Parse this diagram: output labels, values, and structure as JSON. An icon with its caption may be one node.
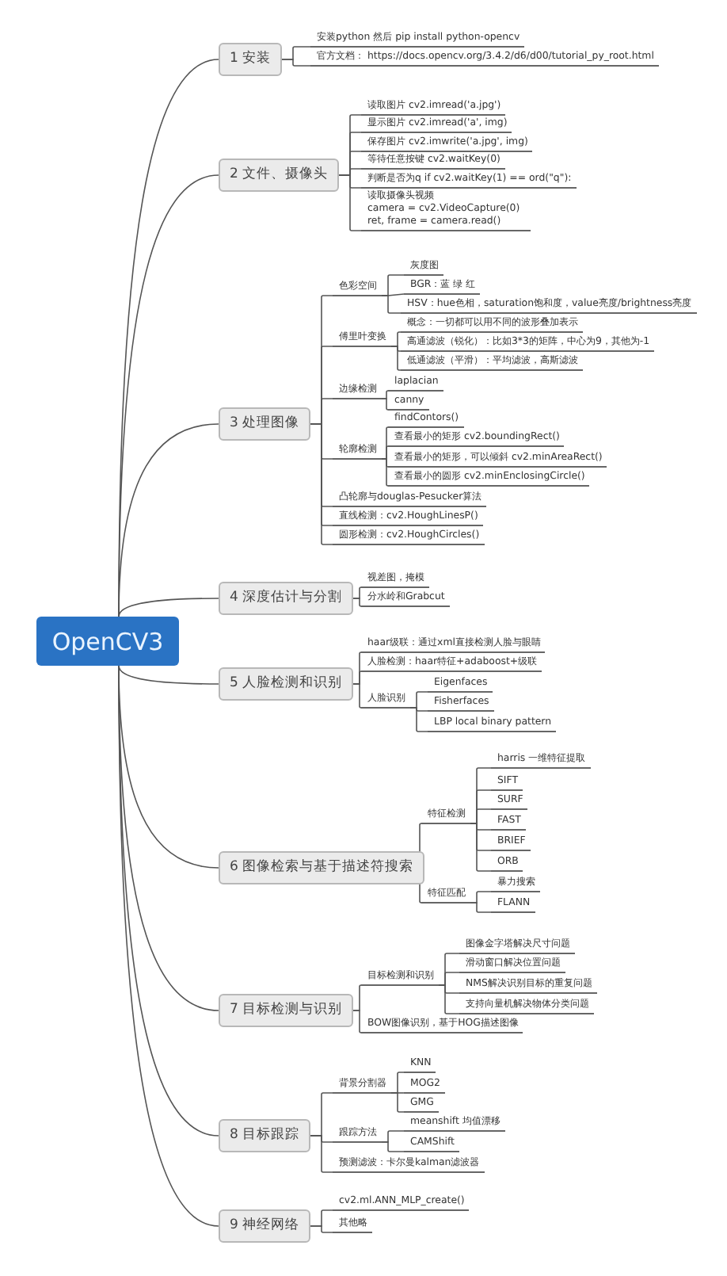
{
  "diagram": {
    "nodes": [
      {
        "text": [
          "OpenCV3"
        ]
      },
      {
        "text": [
          "1 安装"
        ]
      },
      {
        "text": [
          "安装python 然后 pip install python-opencv"
        ]
      },
      {
        "text": [
          "官方文档： https://docs.opencv.org/3.4.2/d6/d00/tutorial_py_root.html"
        ]
      },
      {
        "text": [
          "2 文件、摄像头"
        ]
      },
      {
        "text": [
          "读取图片 cv2.imread('a.jpg')"
        ]
      },
      {
        "text": [
          "显示图片 cv2.imread('a', img)"
        ]
      },
      {
        "text": [
          "保存图片 cv2.imwrite('a.jpg', img)"
        ]
      },
      {
        "text": [
          "等待任意按键 cv2.waitKey(0)"
        ]
      },
      {
        "text": [
          "判断是否为q if cv2.waitKey(1) == ord(\"q\"):"
        ]
      },
      {
        "text": [
          "读取摄像头视频",
          "camera = cv2.VideoCapture(0) ret, frame = camera.read()"
        ]
      },
      {
        "text": [
          "3 处理图像"
        ]
      },
      {
        "text": [
          "色彩空间"
        ]
      },
      {
        "text": [
          "灰度图"
        ]
      },
      {
        "text": [
          "BGR：蓝 绿 红"
        ]
      },
      {
        "text": [
          "HSV：hue色相，saturation饱和度，value亮度/brightness亮度"
        ]
      },
      {
        "text": [
          "傅里叶变换"
        ]
      },
      {
        "text": [
          "概念：一切都可以用不同的波形叠加表示"
        ]
      },
      {
        "text": [
          "高通滤波（锐化）：比如3*3的矩阵，中心为9，其他为-1"
        ]
      },
      {
        "text": [
          "低通滤波（平滑）：平均滤波，高斯滤波"
        ]
      },
      {
        "text": [
          "边缘检测"
        ]
      },
      {
        "text": [
          "laplacian"
        ]
      },
      {
        "text": [
          "canny"
        ]
      },
      {
        "text": [
          "轮廓检测"
        ]
      },
      {
        "text": [
          "findContors()"
        ]
      },
      {
        "text": [
          "查看最小的矩形 cv2.boundingRect()"
        ]
      },
      {
        "text": [
          "查看最小的矩形，可以倾斜 cv2.minAreaRect()"
        ]
      },
      {
        "text": [
          "查看最小的圆形 cv2.minEnclosingCircle()"
        ]
      },
      {
        "text": [
          "凸轮廓与douglas-Pesucker算法"
        ]
      },
      {
        "text": [
          "直线检测：cv2.HoughLinesP()"
        ]
      },
      {
        "text": [
          "圆形检测：cv2.HoughCircles()"
        ]
      },
      {
        "text": [
          "4 深度估计与分割"
        ]
      },
      {
        "text": [
          "视差图，掩模"
        ]
      },
      {
        "text": [
          "分水岭和Grabcut"
        ]
      },
      {
        "text": [
          "5 人脸检测和识别"
        ]
      },
      {
        "text": [
          "haar级联：通过xml直接检测人脸与眼睛"
        ]
      },
      {
        "text": [
          "人脸检测：haar特征+adaboost+级联"
        ]
      },
      {
        "text": [
          "人脸识别"
        ]
      },
      {
        "text": [
          "Eigenfaces"
        ]
      },
      {
        "text": [
          "Fisherfaces"
        ]
      },
      {
        "text": [
          "LBP local binary pattern"
        ]
      },
      {
        "text": [
          "6 图像检索与基于描述符搜索"
        ]
      },
      {
        "text": [
          "特征检测"
        ]
      },
      {
        "text": [
          "harris 一维特征提取"
        ]
      },
      {
        "text": [
          "SIFT"
        ]
      },
      {
        "text": [
          "SURF"
        ]
      },
      {
        "text": [
          "FAST"
        ]
      },
      {
        "text": [
          "BRIEF"
        ]
      },
      {
        "text": [
          "ORB"
        ]
      },
      {
        "text": [
          "特征匹配"
        ]
      },
      {
        "text": [
          "暴力搜索"
        ]
      },
      {
        "text": [
          "FLANN"
        ]
      },
      {
        "text": [
          "7 目标检测与识别"
        ]
      },
      {
        "text": [
          "目标检测和识别"
        ]
      },
      {
        "text": [
          "图像金字塔解决尺寸问题"
        ]
      },
      {
        "text": [
          "滑动窗口解决位置问题"
        ]
      },
      {
        "text": [
          "NMS解决识别目标的重复问题"
        ]
      },
      {
        "text": [
          "支持向量机解决物体分类问题"
        ]
      },
      {
        "text": [
          "BOW图像识别，基于HOG描述图像"
        ]
      },
      {
        "text": [
          "8 目标跟踪"
        ]
      },
      {
        "text": [
          "背景分割器"
        ]
      },
      {
        "text": [
          "KNN"
        ]
      },
      {
        "text": [
          "MOG2"
        ]
      },
      {
        "text": [
          "GMG"
        ]
      },
      {
        "text": [
          "跟踪方法"
        ]
      },
      {
        "text": [
          "meanshift 均值漂移"
        ]
      },
      {
        "text": [
          "CAMShift"
        ]
      },
      {
        "text": [
          "预测滤波：卡尔曼kalman滤波器"
        ]
      },
      {
        "text": [
          "9 神经网络"
        ]
      },
      {
        "text": [
          "cv2.ml.ANN_MLP_create()"
        ]
      },
      {
        "text": [
          "其他略"
        ]
      }
    ],
    "edges": [
      {
        "from": 0,
        "to": 1,
        "arrow": "none"
      },
      {
        "from": 0,
        "to": 4,
        "arrow": "none"
      },
      {
        "from": 0,
        "to": 11,
        "arrow": "none"
      },
      {
        "from": 0,
        "to": 31,
        "arrow": "none"
      },
      {
        "from": 0,
        "to": 34,
        "arrow": "none"
      },
      {
        "from": 0,
        "to": 41,
        "arrow": "none"
      },
      {
        "from": 0,
        "to": 52,
        "arrow": "none"
      },
      {
        "from": 0,
        "to": 59,
        "arrow": "none"
      },
      {
        "from": 0,
        "to": 68,
        "arrow": "none"
      },
      {
        "from": 1,
        "to": 2,
        "arrow": "none"
      },
      {
        "from": 1,
        "to": 3,
        "arrow": "none"
      },
      {
        "from": 4,
        "to": 5,
        "arrow": "none"
      },
      {
        "from": 4,
        "to": 6,
        "arrow": "none"
      },
      {
        "from": 4,
        "to": 7,
        "arrow": "none"
      },
      {
        "from": 4,
        "to": 8,
        "arrow": "none"
      },
      {
        "from": 4,
        "to": 9,
        "arrow": "none"
      },
      {
        "from": 4,
        "to": 10,
        "arrow": "none"
      },
      {
        "from": 11,
        "to": 12,
        "arrow": "none"
      },
      {
        "from": 11,
        "to": 16,
        "arrow": "none"
      },
      {
        "from": 11,
        "to": 20,
        "arrow": "none"
      },
      {
        "from": 11,
        "to": 23,
        "arrow": "none"
      },
      {
        "from": 11,
        "to": 28,
        "arrow": "none"
      },
      {
        "from": 11,
        "to": 29,
        "arrow": "none"
      },
      {
        "from": 11,
        "to": 30,
        "arrow": "none"
      },
      {
        "from": 12,
        "to": 13,
        "arrow": "none"
      },
      {
        "from": 12,
        "to": 14,
        "arrow": "none"
      },
      {
        "from": 12,
        "to": 15,
        "arrow": "none"
      },
      {
        "from": 16,
        "to": 17,
        "arrow": "none"
      },
      {
        "from": 16,
        "to": 18,
        "arrow": "none"
      },
      {
        "from": 16,
        "to": 19,
        "arrow": "none"
      },
      {
        "from": 20,
        "to": 21,
        "arrow": "none"
      },
      {
        "from": 20,
        "to": 22,
        "arrow": "none"
      },
      {
        "from": 23,
        "to": 24,
        "arrow": "none"
      },
      {
        "from": 23,
        "to": 25,
        "arrow": "none"
      },
      {
        "from": 23,
        "to": 26,
        "arrow": "none"
      },
      {
        "from": 23,
        "to": 27,
        "arrow": "none"
      },
      {
        "from": 31,
        "to": 32,
        "arrow": "none"
      },
      {
        "from": 31,
        "to": 33,
        "arrow": "none"
      },
      {
        "from": 34,
        "to": 35,
        "arrow": "none"
      },
      {
        "from": 34,
        "to": 36,
        "arrow": "none"
      },
      {
        "from": 34,
        "to": 37,
        "arrow": "none"
      },
      {
        "from": 37,
        "to": 38,
        "arrow": "none"
      },
      {
        "from": 37,
        "to": 39,
        "arrow": "none"
      },
      {
        "from": 37,
        "to": 40,
        "arrow": "none"
      },
      {
        "from": 41,
        "to": 42,
        "arrow": "none"
      },
      {
        "from": 41,
        "to": 49,
        "arrow": "none"
      },
      {
        "from": 42,
        "to": 43,
        "arrow": "none"
      },
      {
        "from": 42,
        "to": 44,
        "arrow": "none"
      },
      {
        "from": 42,
        "to": 45,
        "arrow": "none"
      },
      {
        "from": 42,
        "to": 46,
        "arrow": "none"
      },
      {
        "from": 42,
        "to": 47,
        "arrow": "none"
      },
      {
        "from": 42,
        "to": 48,
        "arrow": "none"
      },
      {
        "from": 49,
        "to": 50,
        "arrow": "none"
      },
      {
        "from": 49,
        "to": 51,
        "arrow": "none"
      },
      {
        "from": 52,
        "to": 53,
        "arrow": "none"
      },
      {
        "from": 52,
        "to": 58,
        "arrow": "none"
      },
      {
        "from": 53,
        "to": 54,
        "arrow": "none"
      },
      {
        "from": 53,
        "to": 55,
        "arrow": "none"
      },
      {
        "from": 53,
        "to": 56,
        "arrow": "none"
      },
      {
        "from": 53,
        "to": 57,
        "arrow": "none"
      },
      {
        "from": 59,
        "to": 60,
        "arrow": "none"
      },
      {
        "from": 59,
        "to": 64,
        "arrow": "none"
      },
      {
        "from": 59,
        "to": 67,
        "arrow": "none"
      },
      {
        "from": 60,
        "to": 61,
        "arrow": "none"
      },
      {
        "from": 60,
        "to": 62,
        "arrow": "none"
      },
      {
        "from": 60,
        "to": 63,
        "arrow": "none"
      },
      {
        "from": 64,
        "to": 65,
        "arrow": "none"
      },
      {
        "from": 64,
        "to": 66,
        "arrow": "none"
      },
      {
        "from": 68,
        "to": 69,
        "arrow": "none"
      },
      {
        "from": 68,
        "to": 70,
        "arrow": "none"
      }
    ]
  }
}
